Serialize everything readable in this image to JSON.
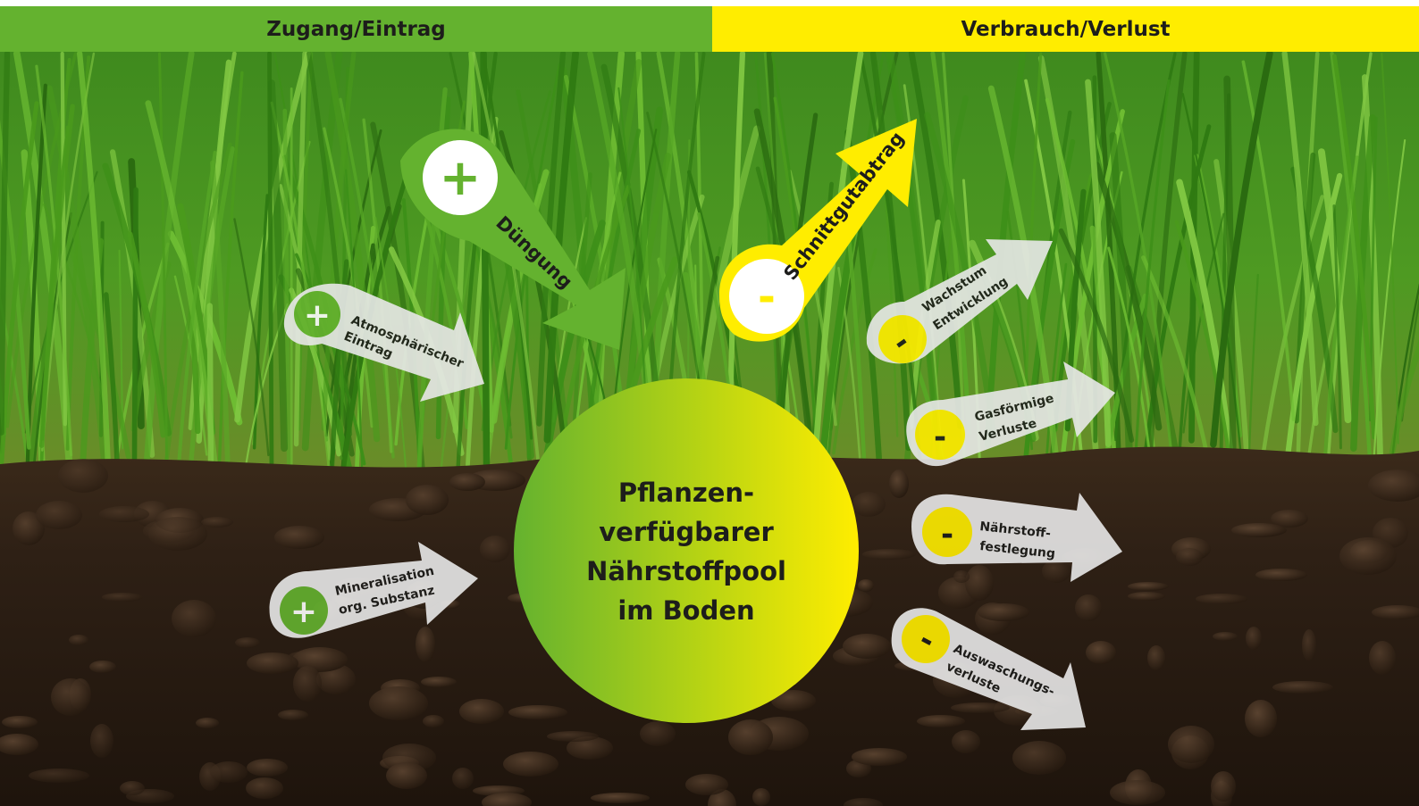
{
  "header": {
    "left_label": "Zugang/Eintrag",
    "right_label": "Verbrauch/Verlust",
    "left_color": "#64b22f",
    "right_color": "#ffed00"
  },
  "center": {
    "lines": [
      "Pflanzen-",
      "verfügbarer",
      "Nährstoffpool",
      "im Boden"
    ],
    "gradient": [
      "#64b22f",
      "#ffed00"
    ]
  },
  "inputs": {
    "symbol": "+",
    "duengung": "Düngung",
    "atmospheric": [
      "Atmosphärischer",
      "Eintrag"
    ],
    "mineralisation": [
      "Mineralisation",
      "org. Substanz"
    ]
  },
  "outputs": {
    "symbol": "-",
    "schnittgut": "Schnittgutabtrag",
    "wachstum": [
      "Wachstum",
      "Entwicklung"
    ],
    "gas": [
      "Gasförmige",
      "Verluste"
    ],
    "festlegung": [
      "Nährstoff-",
      "festlegung"
    ],
    "auswaschung": [
      "Auswaschungs-",
      "verluste"
    ]
  },
  "background": {
    "grass": "grass-field-image",
    "soil": "dark-soil-image"
  }
}
